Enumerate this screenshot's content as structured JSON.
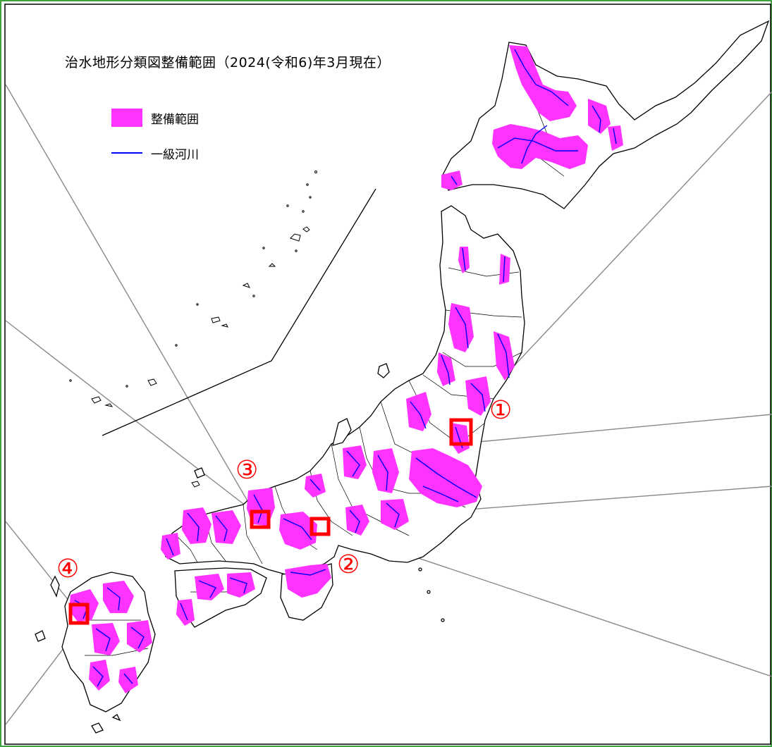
{
  "map": {
    "title": "治水地形分類図整備範囲（2024(令和6)年3月現在）",
    "legend": [
      {
        "label": "整備範囲",
        "symbol": "fill",
        "color": "#ff33ff"
      },
      {
        "label": "一級河川",
        "symbol": "line",
        "color": "#0000ff"
      }
    ],
    "markers": [
      {
        "label": "①"
      },
      {
        "label": "②"
      },
      {
        "label": "③"
      },
      {
        "label": "④"
      }
    ],
    "colors": {
      "coverage": "#ff33ff",
      "river": "#0000ff",
      "marker": "#ff0000",
      "frame": "#3fa33f",
      "outline": "#000000",
      "leader": "#888888"
    }
  }
}
